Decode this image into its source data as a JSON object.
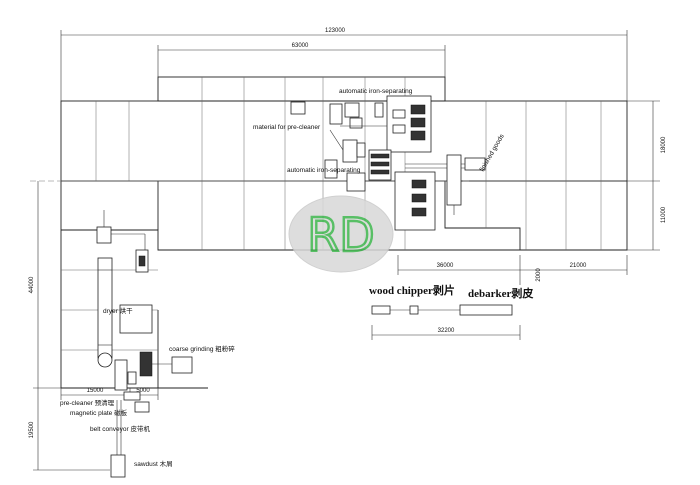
{
  "dimensions": {
    "total_width": "123000",
    "upper_width": "63000",
    "right_h1": "18000",
    "right_h2": "11000",
    "left_h": "44000",
    "lower_left_h": "19500",
    "mid_36000": "36000",
    "mid_21000": "21000",
    "mid_2000": "2000",
    "bottom_15000": "15000",
    "bottom_5000": "5000",
    "chipper_line": "32200"
  },
  "labels": {
    "auto_iron_top": "automatic iron-separating",
    "material_precleaner": "material for pre-cleaner",
    "auto_iron_mid": "automatic iron-separating",
    "finished_goods": "finished goods",
    "wood_chipper": "wood chipper剥片",
    "debarker": "debarker剥皮",
    "dryer": "dryer 烘干",
    "coarse_grinding": "coarse grinding 粗粉碎",
    "pre_cleaner": "pre-cleaner 预清理",
    "magnetic_plate": "magnetic plate 磁板",
    "belt_conveyor": "belt conveyor 皮带机",
    "sawdust": "sawdust 木屑"
  },
  "logo": {
    "text": "RD",
    "green": "#3cb44b",
    "gray": "#b0b0b0"
  }
}
